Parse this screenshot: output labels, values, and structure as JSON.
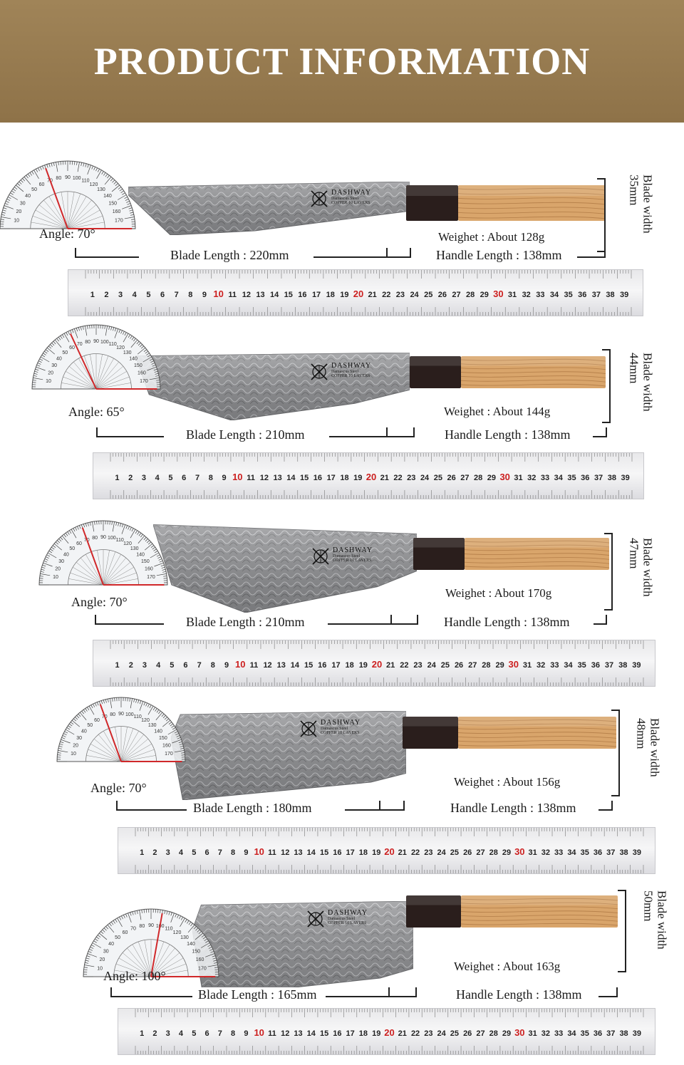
{
  "header": {
    "title": "PRODUCT INFORMATION"
  },
  "brand": {
    "name": "DASHWAY",
    "sub_line1": "Damascus Steel",
    "sub_line2": "COPPER 10 LAYERS"
  },
  "colors": {
    "banner": "#97794d",
    "blade": "#8e8f92",
    "handle_wood": "#d9a56b",
    "ferrule": "#2a1e1c",
    "ruler_red_numbers": "#cc1f1f",
    "protractor_red_line": "#d0282a"
  },
  "ruler": {
    "numbers": [
      "1",
      "2",
      "3",
      "4",
      "5",
      "6",
      "7",
      "8",
      "9",
      "10",
      "11",
      "12",
      "13",
      "14",
      "15",
      "16",
      "17",
      "18",
      "19",
      "20",
      "21",
      "22",
      "23",
      "24",
      "25",
      "26",
      "27",
      "28",
      "29",
      "30",
      "31",
      "32",
      "33",
      "34",
      "35",
      "36",
      "37",
      "38",
      "39"
    ],
    "highlight": [
      "10",
      "20",
      "30"
    ]
  },
  "knives": [
    {
      "angle": "Angle: 70°",
      "weight": "Weighet : About 128g",
      "blade_length": "Blade Length : 220mm",
      "handle_length": "Handle Length : 138mm",
      "blade_width_label": "Blade width",
      "blade_width_value": "35mm"
    },
    {
      "angle": "Angle: 65°",
      "weight": "Weighet : About 144g",
      "blade_length": "Blade Length : 210mm",
      "handle_length": "Handle Length : 138mm",
      "blade_width_label": "Blade width",
      "blade_width_value": "44mm"
    },
    {
      "angle": "Angle: 70°",
      "weight": "Weighet : About 170g",
      "blade_length": "Blade Length : 210mm",
      "handle_length": "Handle Length : 138mm",
      "blade_width_label": "Blade width",
      "blade_width_value": "47mm"
    },
    {
      "angle": "Angle: 70°",
      "weight": "Weighet : About 156g",
      "blade_length": "Blade Length : 180mm",
      "handle_length": "Handle Length : 138mm",
      "blade_width_label": "Blade width",
      "blade_width_value": "48mm"
    },
    {
      "angle": "Angle: 100°",
      "weight": "Weighet : About 163g",
      "blade_length": "Blade Length : 165mm",
      "handle_length": "Handle Length : 138mm",
      "blade_width_label": "Blade width",
      "blade_width_value": "50mm"
    }
  ]
}
